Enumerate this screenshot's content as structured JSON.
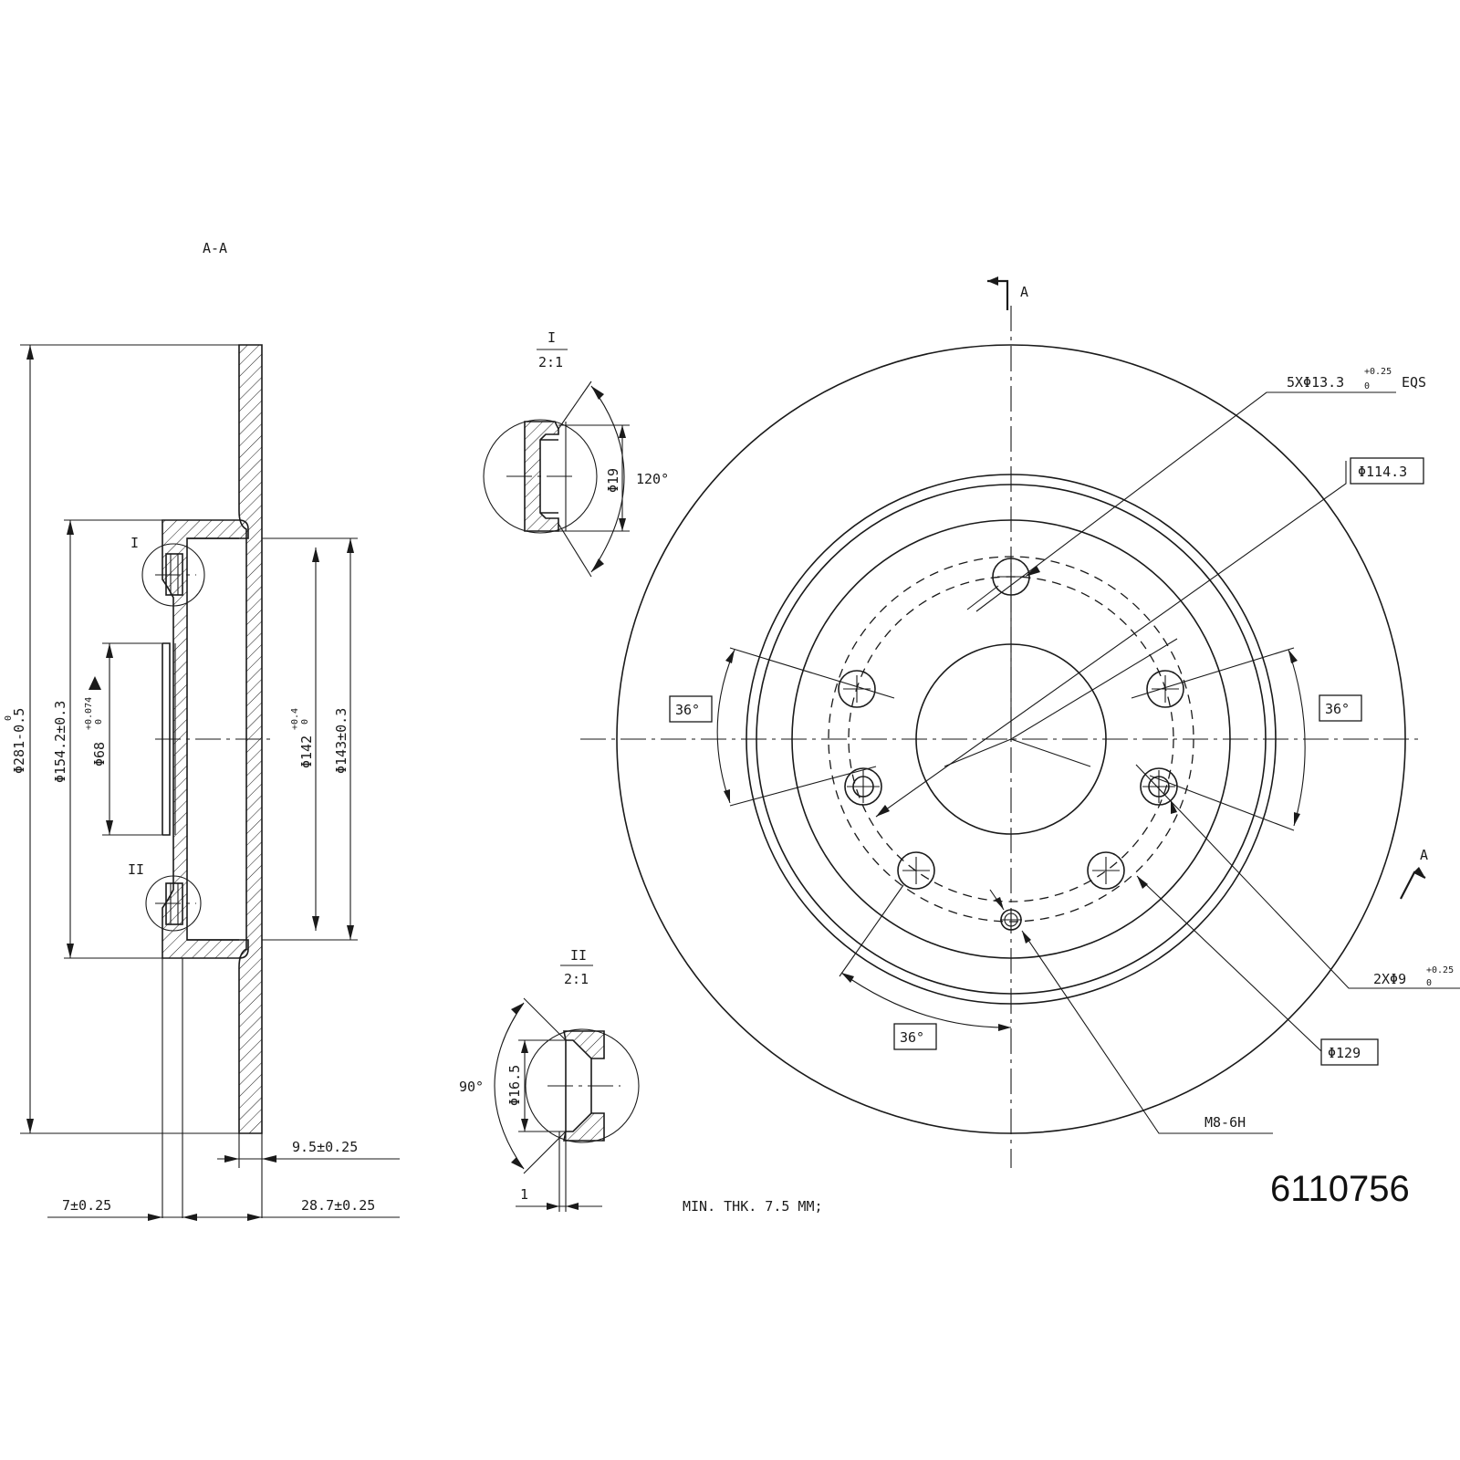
{
  "section_label": "A-A",
  "part_number": "6110756",
  "note": "MIN. THK. 7.5 MM;",
  "section_marks": {
    "top": "A",
    "right": "A"
  },
  "detail_I": {
    "roman": "I",
    "scale": "2:1",
    "diameter": "Φ19",
    "angle": "120°"
  },
  "detail_II": {
    "roman": "II",
    "scale": "2:1",
    "diameter": "Φ16.5",
    "angle": "90°",
    "gap": "1"
  },
  "callout_I": "I",
  "callout_II": "II",
  "section_dims": {
    "outer_diameter": "Φ281-0.5",
    "outer_tol_upper": "0",
    "hat_diameter": "Φ154.2±0.3",
    "bore_diameter": "Φ68",
    "bore_tol_upper": "+0.074",
    "bore_tol_lower": "0",
    "hub_diameter": "Φ142",
    "hub_tol_upper": "+0.4",
    "hub_tol_lower": "0",
    "pilot_diameter": "Φ143±0.3",
    "rotor_thickness": "9.5±0.25",
    "hat_thickness": "7±0.25",
    "total_height": "28.7±0.25"
  },
  "face_dims": {
    "bolt_holes": "5XΦ13.3",
    "bolt_holes_tol_upper": "+0.25",
    "bolt_holes_tol_lower": "0",
    "bolt_holes_suffix": "EQS",
    "pcd": "Φ114.3",
    "angle_left": "36°",
    "angle_right": "36°",
    "angle_bottom": "36°",
    "small_holes": "2XΦ9",
    "small_holes_tol_upper": "+0.25",
    "small_holes_tol_lower": "0",
    "small_pcd": "Φ129",
    "thread": "M8-6H"
  }
}
